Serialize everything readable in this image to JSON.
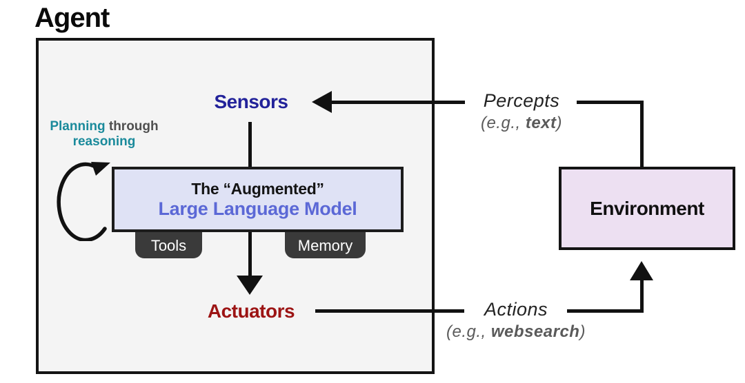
{
  "title": "Agent",
  "planning": {
    "line1_highlight": "Planning",
    "line1_rest": " through",
    "line2": "reasoning"
  },
  "sensors_label": "Sensors",
  "actuators_label": "Actuators",
  "llm_box": {
    "line1": "The “Augmented”",
    "line2": "Large Language Model"
  },
  "tabs": {
    "tools": "Tools",
    "memory": "Memory"
  },
  "environment_label": "Environment",
  "percepts": {
    "label": "Percepts",
    "example_open": "(e.g., ",
    "example_bold": "text",
    "example_close": ")"
  },
  "actions": {
    "label": "Actions",
    "example_open": "(e.g., ",
    "example_bold": "websearch",
    "example_close": ")"
  },
  "colors": {
    "teal": "#1A8A9B",
    "navy": "#22229A",
    "llm_blue": "#5B68D6",
    "dark_red": "#9C1414",
    "llm_box_fill": "#DFE2F5",
    "env_box_fill": "#EDE0F2",
    "agent_box_fill": "#F4F4F4",
    "tab_fill": "#3A3A3A",
    "line_black": "#111111"
  }
}
